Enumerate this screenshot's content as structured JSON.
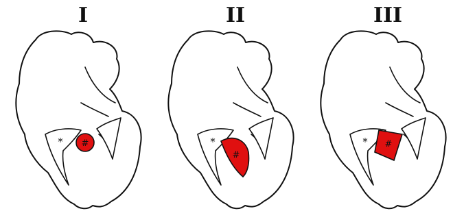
{
  "panels": [
    {
      "label": "I",
      "asterisk": "*",
      "hash": "#",
      "lesion_shape": "circle"
    },
    {
      "label": "II",
      "asterisk": "*",
      "hash": "#",
      "lesion_shape": "half-disc"
    },
    {
      "label": "III",
      "asterisk": "*",
      "hash": "#",
      "lesion_shape": "quadrilateral"
    }
  ],
  "colors": {
    "lesion_fill": "#e01010",
    "outline": "#111111",
    "background": "#ffffff"
  }
}
